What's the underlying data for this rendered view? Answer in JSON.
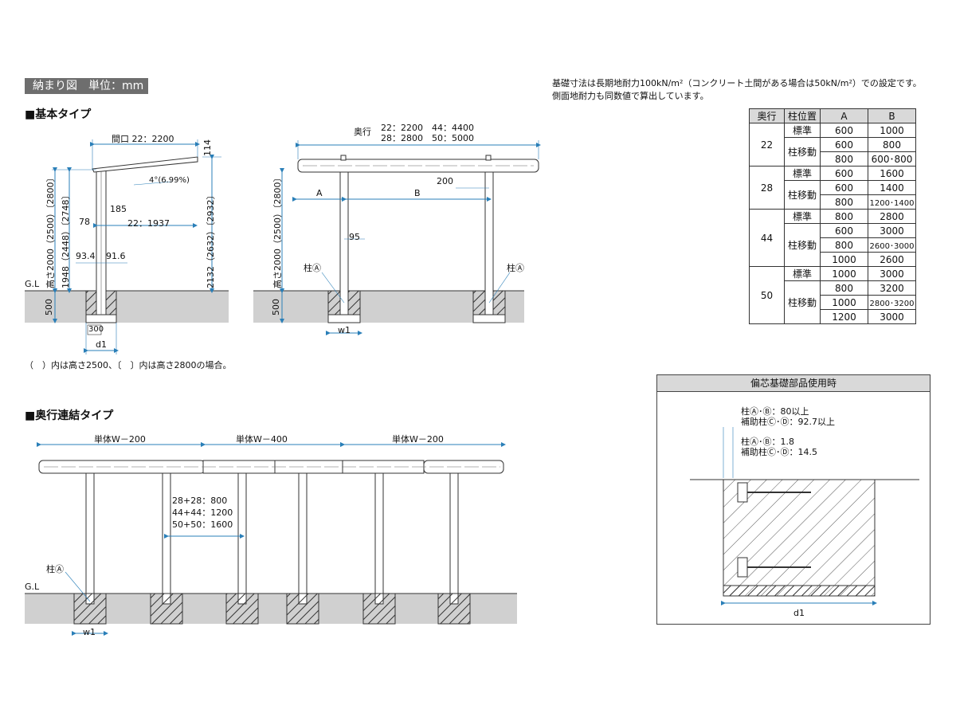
{
  "header": {
    "label": "納まり図　単位：mm"
  },
  "sections": {
    "basic": "■基本タイプ",
    "linked": "■奥行連結タイプ"
  },
  "foundation_note": {
    "line1": "基礎寸法は長期地耐力100kN/m²（コンクリート土間がある場合は50kN/m²）での設定です。",
    "line2": "側面地耐力も同数値で算出しています。"
  },
  "height_note": "（　）内は高さ2500、〔　〕内は高さ2800の場合。",
  "side_view": {
    "width_label": "間口 22：2200",
    "top_dim": "114",
    "slope": "4°(6.99%)",
    "dim_185": "185",
    "dim_78": "78",
    "dim_1937": "22：1937",
    "dim_934": "93.4",
    "dim_916": "91.6",
    "height_total": "高さ2000（2500）〔2800〕",
    "height_post": "1948（2448）〔2748〕",
    "height_right": "2132（2632）〔2932〕",
    "gl": "G.L",
    "depth": "500",
    "base_300": "300",
    "d1": "d1"
  },
  "front_view": {
    "depth_label": "奥行",
    "depth_values_1": "22：2200　44：4400",
    "depth_values_2": "28：2800　50：5000",
    "dim_200": "200",
    "label_a": "A",
    "label_b": "B",
    "height": "高さ2000（2500）〔2800〕",
    "dim_95": "95",
    "post_a": "柱Ⓐ",
    "post_a2": "柱Ⓐ",
    "depth": "500",
    "w1": "w1"
  },
  "spec_table": {
    "headers": [
      "奥行",
      "柱位置",
      "A",
      "B"
    ],
    "groups": [
      {
        "depth": "22",
        "rows": [
          [
            "標準",
            "600",
            "1000"
          ],
          [
            "柱移動",
            "600",
            "800"
          ],
          [
            "",
            "800",
            "600･800"
          ]
        ]
      },
      {
        "depth": "28",
        "rows": [
          [
            "標準",
            "600",
            "1600"
          ],
          [
            "柱移動",
            "600",
            "1400"
          ],
          [
            "",
            "800",
            "1200･1400"
          ]
        ]
      },
      {
        "depth": "44",
        "rows": [
          [
            "標準",
            "800",
            "2800"
          ],
          [
            "柱移動",
            "600",
            "3000"
          ],
          [
            "",
            "800",
            "2600･3000"
          ],
          [
            "",
            "1000",
            "2600"
          ]
        ]
      },
      {
        "depth": "50",
        "rows": [
          [
            "標準",
            "1000",
            "3000"
          ],
          [
            "柱移動",
            "800",
            "3200"
          ],
          [
            "",
            "1000",
            "2800･3200"
          ],
          [
            "",
            "1200",
            "3000"
          ]
        ]
      }
    ]
  },
  "linked_view": {
    "span1": "単体W－200",
    "span2": "単体W－400",
    "span3": "単体W－200",
    "offset1": "28+28：800",
    "offset2": "44+44：1200",
    "offset3": "50+50：1600",
    "post_a": "柱Ⓐ",
    "gl": "G.L",
    "w1": "w1"
  },
  "offset_detail": {
    "title": "偏芯基礎部品使用時",
    "line1": "柱Ⓐ･Ⓑ：80以上",
    "line2": "補助柱Ⓒ･Ⓓ：92.7以上",
    "line3": "柱Ⓐ･Ⓑ：1.8",
    "line4": "補助柱Ⓒ･Ⓓ：14.5",
    "d1": "d1"
  }
}
